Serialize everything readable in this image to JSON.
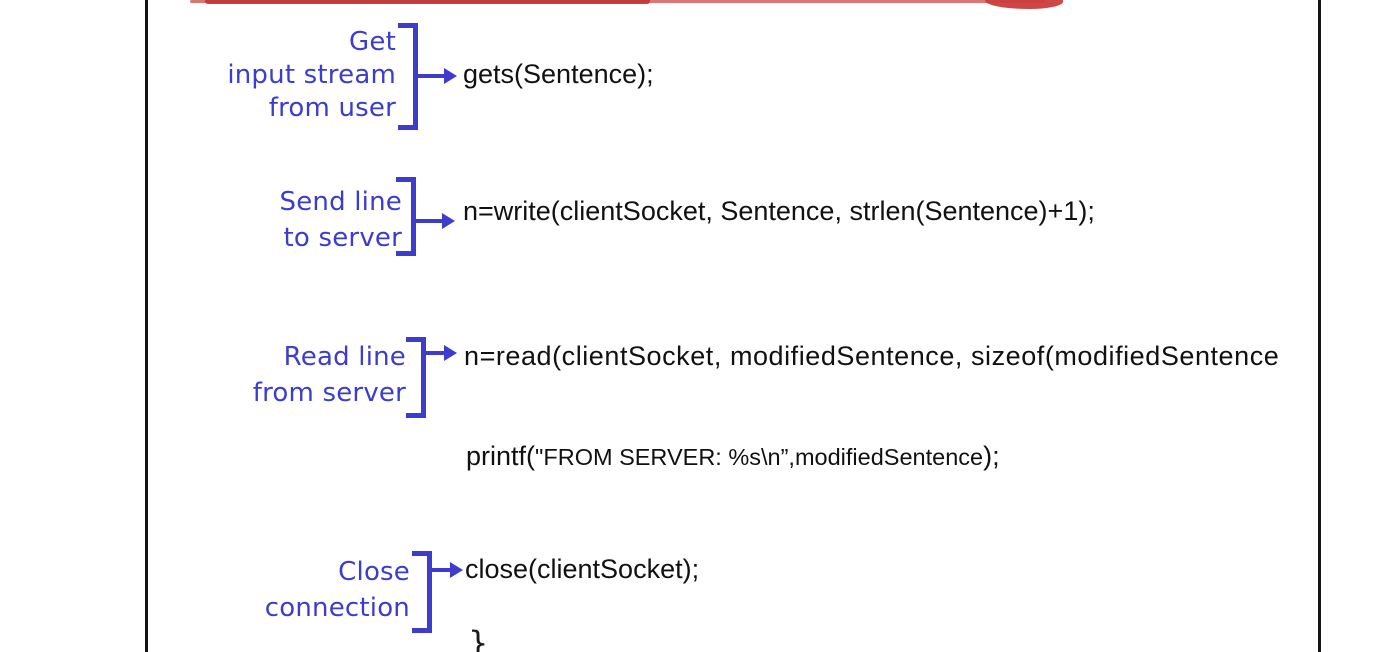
{
  "slide": {
    "description_colors": {
      "label_blue": "#3d3ccd",
      "code_black": "#111111",
      "border_black": "#141414",
      "annotation_red": "#c03434"
    }
  },
  "sections": [
    {
      "id": "get-input",
      "label_lines": [
        "Get",
        "input stream",
        "from user"
      ],
      "code": "gets(Sentence);"
    },
    {
      "id": "send-line",
      "label_lines": [
        "Send line",
        "to server"
      ],
      "code": "n=write(clientSocket, Sentence, strlen(Sentence)+1);"
    },
    {
      "id": "read-line",
      "label_lines": [
        "Read line",
        "from server"
      ],
      "code": "n=read(clientSocket, modifiedSentence, sizeof(modifiedSentence"
    },
    {
      "id": "print-result",
      "parts": {
        "open": "printf(",
        "string": "\"FROM SERVER: %s\\n”,",
        "arg": "modifiedSentence",
        "close": ");"
      }
    },
    {
      "id": "close-connection",
      "label_lines": [
        "Close",
        "connection"
      ],
      "code": "close(clientSocket);"
    }
  ],
  "closing_brace": "}"
}
